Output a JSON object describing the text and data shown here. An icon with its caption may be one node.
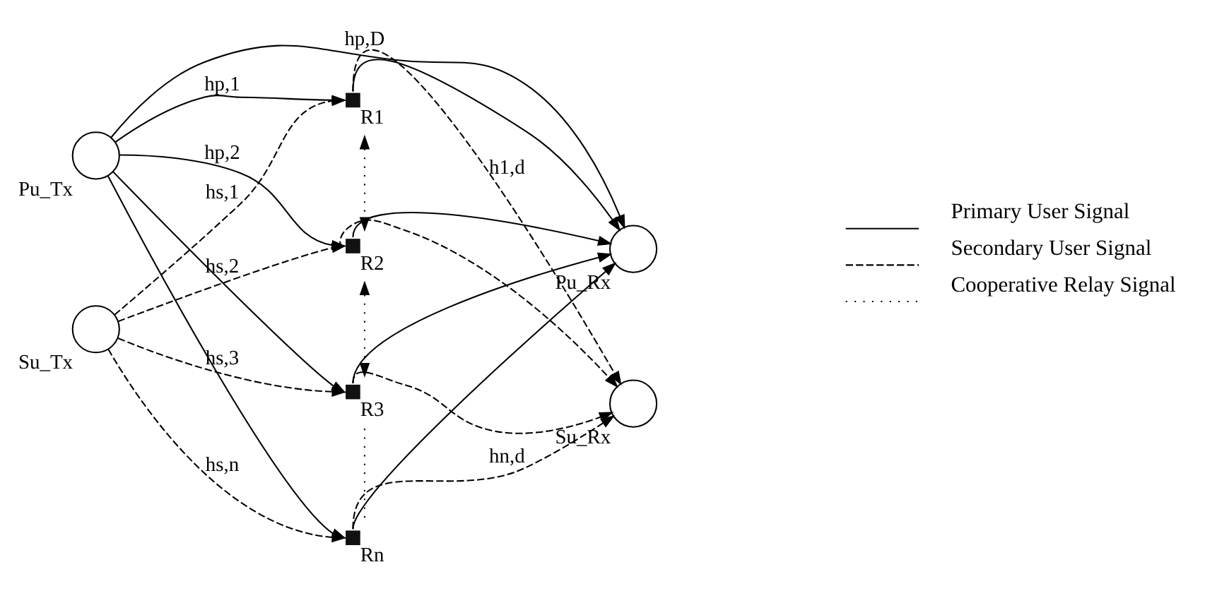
{
  "diagram": {
    "nodes": [
      {
        "text": [],
        "shape": "circle",
        "beside": [
          "Pu_Tx"
        ]
      },
      {
        "text": [],
        "shape": "circle",
        "beside": [
          "Pu_Rx"
        ]
      },
      {
        "text": [],
        "shape": "point",
        "beside": [
          "R1"
        ]
      },
      {
        "text": [],
        "shape": "point",
        "beside": [
          "R2"
        ]
      },
      {
        "text": [],
        "shape": "circle",
        "beside": [
          "Su_Tx"
        ]
      },
      {
        "text": [],
        "shape": "point",
        "beside": [
          "R3"
        ]
      },
      {
        "text": [],
        "shape": "circle",
        "beside": [
          "Su_Rx"
        ]
      },
      {
        "text": [],
        "shape": "point",
        "beside": [
          "Rn"
        ]
      }
    ],
    "edges": [
      {
        "from": 0,
        "to": 1,
        "arrow": "to",
        "label": "hp,D"
      },
      {
        "from": 0,
        "to": 2,
        "arrow": "to",
        "label": "hp,1"
      },
      {
        "from": 0,
        "to": 3,
        "arrow": "to",
        "label": "hp,2"
      },
      {
        "from": 0,
        "to": 5,
        "arrow": "to"
      },
      {
        "from": 0,
        "to": 7,
        "arrow": "to"
      },
      {
        "from": 2,
        "to": 1,
        "arrow": "to"
      },
      {
        "from": 3,
        "to": 1,
        "arrow": "to"
      },
      {
        "from": 5,
        "to": 1,
        "arrow": "to"
      },
      {
        "from": 7,
        "to": 1,
        "arrow": "to"
      },
      {
        "from": 4,
        "to": 2,
        "arrow": "to",
        "style": "dashed",
        "label": "hs,1"
      },
      {
        "from": 4,
        "to": 3,
        "arrow": "to",
        "style": "dashed",
        "label": "hs,2"
      },
      {
        "from": 4,
        "to": 5,
        "arrow": "to",
        "style": "dashed",
        "label": "hs,3"
      },
      {
        "from": 4,
        "to": 7,
        "arrow": "to",
        "style": "dashed",
        "label": "hs,n"
      },
      {
        "from": 2,
        "to": 6,
        "arrow": "to",
        "style": "dashed",
        "label": "h1,d"
      },
      {
        "from": 3,
        "to": 6,
        "arrow": "to",
        "style": "dashed"
      },
      {
        "from": 5,
        "to": 6,
        "arrow": "to",
        "style": "dashed"
      },
      {
        "from": 7,
        "to": 6,
        "arrow": "to",
        "style": "dashed",
        "label": "hn,d"
      },
      {
        "from": 2,
        "to": 3,
        "arrow": "both",
        "style": "dashed"
      },
      {
        "from": 3,
        "to": 5,
        "arrow": "both",
        "style": "dashed"
      },
      {
        "from": 5,
        "to": 7,
        "arrow": "none",
        "style": "dashed"
      }
    ],
    "legend": [
      {
        "text": "Primary User Signal"
      },
      {
        "text": "Secondary User Signal"
      },
      {
        "text": "Cooperative Relay Signal"
      }
    ]
  }
}
